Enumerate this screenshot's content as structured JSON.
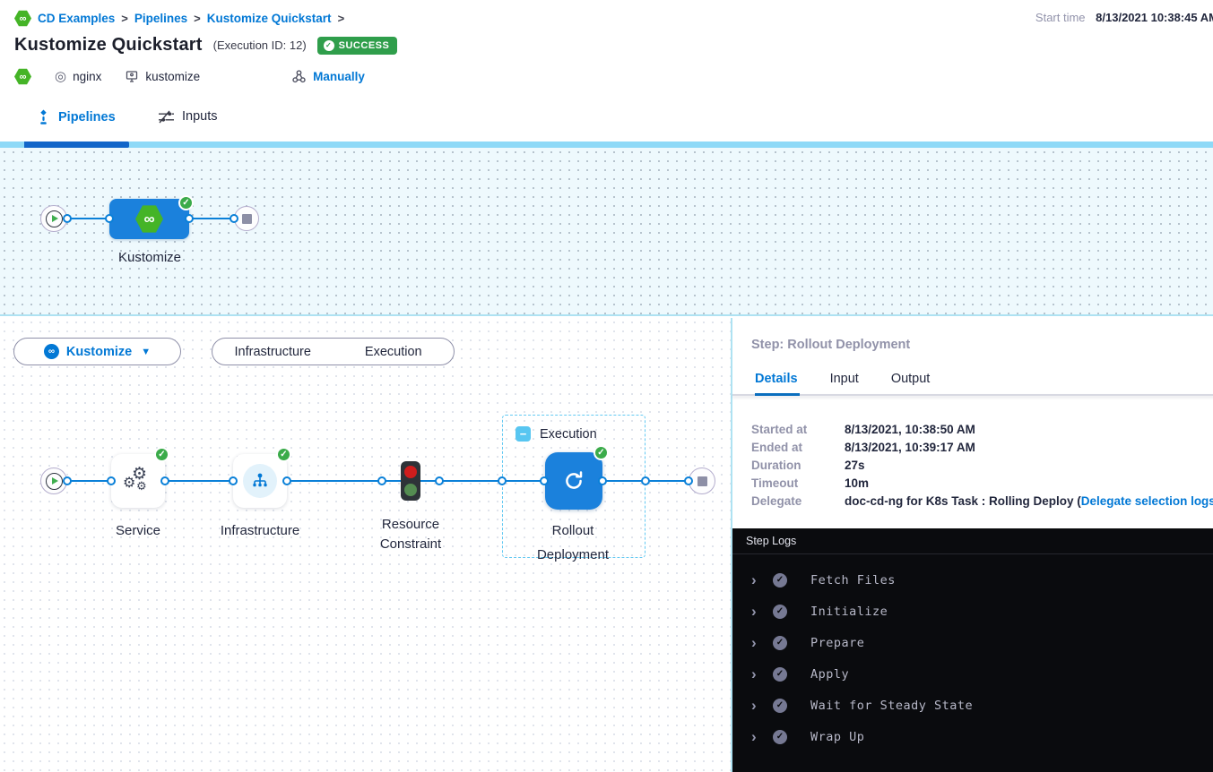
{
  "header": {
    "breadcrumb": {
      "items": [
        "CD Examples",
        "Pipelines",
        "Kustomize Quickstart"
      ],
      "separator": ">"
    },
    "start_time_label": "Start time",
    "start_time_value": "8/13/2021 10:38:45 AM",
    "title": "Kustomize Quickstart",
    "execution_id": "(Execution ID: 12)",
    "status_badge": "SUCCESS",
    "tags": {
      "service": "nginx",
      "environment": "kustomize",
      "trigger": "Manually"
    }
  },
  "tabs": {
    "pipelines": "Pipelines",
    "inputs": "Inputs"
  },
  "stage_graph": {
    "stage_label": "Kustomize"
  },
  "execution": {
    "stage_selector": "Kustomize",
    "toggle": {
      "infrastructure": "Infrastructure",
      "execution": "Execution"
    },
    "nodes": {
      "service": "Service",
      "infrastructure": "Infrastructure",
      "resource_constraint_line1": "Resource",
      "resource_constraint_line2": "Constraint",
      "group_label": "Execution",
      "rollout_line1": "Rollout",
      "rollout_line2": "Deployment"
    }
  },
  "panel": {
    "title": "Step: Rollout Deployment",
    "tabs": [
      "Details",
      "Input",
      "Output"
    ],
    "details": {
      "rows": [
        {
          "label": "Started at",
          "value": "8/13/2021, 10:38:50 AM"
        },
        {
          "label": "Ended at",
          "value": "8/13/2021, 10:39:17 AM"
        },
        {
          "label": "Duration",
          "value": "27s"
        },
        {
          "label": "Timeout",
          "value": "10m"
        },
        {
          "label": "Delegate",
          "value_prefix": "doc-cd-ng for K8s Task : Rolling Deploy (",
          "link": "Delegate selection logs",
          "value_suffix": ")"
        }
      ]
    },
    "logs": {
      "header": "Step Logs",
      "entries": [
        "Fetch Files",
        "Initialize",
        "Prepare",
        "Apply",
        "Wait for Steady State",
        "Wrap Up"
      ]
    }
  },
  "colors": {
    "accent": "#0278d5",
    "success": "#2f9e4b",
    "tab_bar": "#8ed9f7",
    "node_blue": "#1b81dc",
    "module_green": "#45b427"
  }
}
